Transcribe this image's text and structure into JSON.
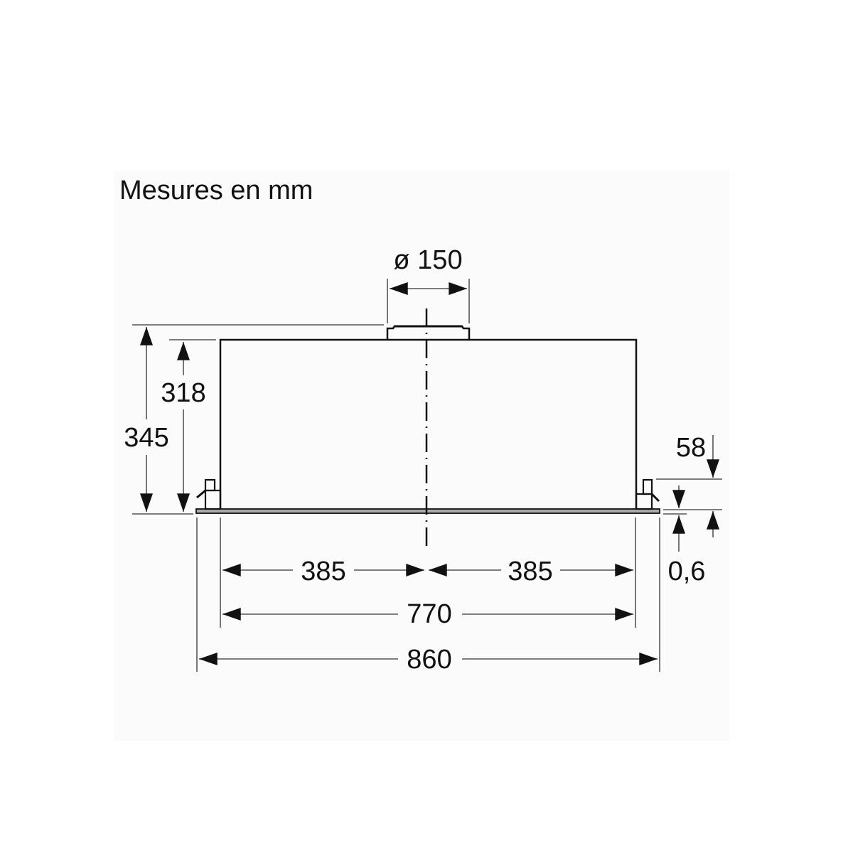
{
  "title": "Mesures en mm",
  "dimensions": {
    "duct_diameter": "ø 150",
    "total_height": "345",
    "housing_height": "318",
    "bracket_offset": "58",
    "plate_thickness": "0,6",
    "half_width_left": "385",
    "half_width_right": "385",
    "housing_width": "770",
    "overall_width": "860"
  },
  "colors": {
    "line": "#111111",
    "dim_line": "#555555",
    "plate_fill": "#aaaaaa",
    "background_panel": "#fbfbfb"
  }
}
